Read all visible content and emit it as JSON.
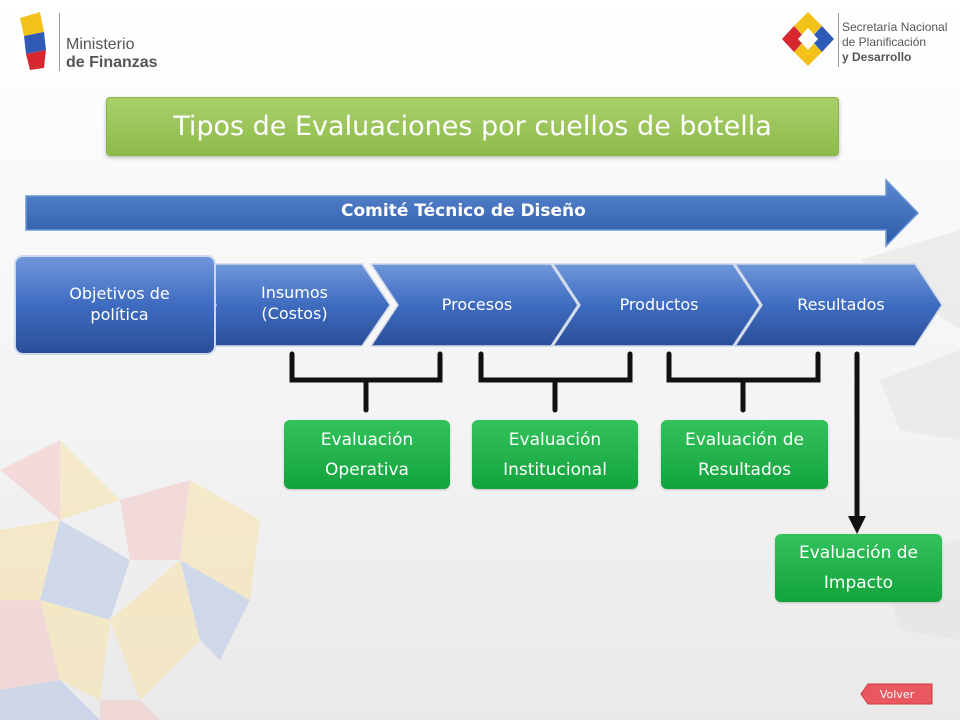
{
  "logos": {
    "left_line1": "Ministerio",
    "left_line2": "de Finanzas",
    "right_line1": "Secretaría Nacional",
    "right_line2": "de Planificación",
    "right_line3": "y Desarrollo"
  },
  "title": "Tipos de Evaluaciones por cuellos de botella",
  "committee_arrow": "Comité Técnico de Diseño",
  "chain": {
    "objectives": "Objetivos de política",
    "inputs": "Insumos (Costos)",
    "processes": "Procesos",
    "products": "Productos",
    "results": "Resultados"
  },
  "evaluations": {
    "operative": "Evaluación Operativa",
    "institutional": "Evaluación Institucional",
    "results": "Evaluación de Resultados",
    "impact": "Evaluación de Impacto"
  },
  "back_button": "Volver"
}
